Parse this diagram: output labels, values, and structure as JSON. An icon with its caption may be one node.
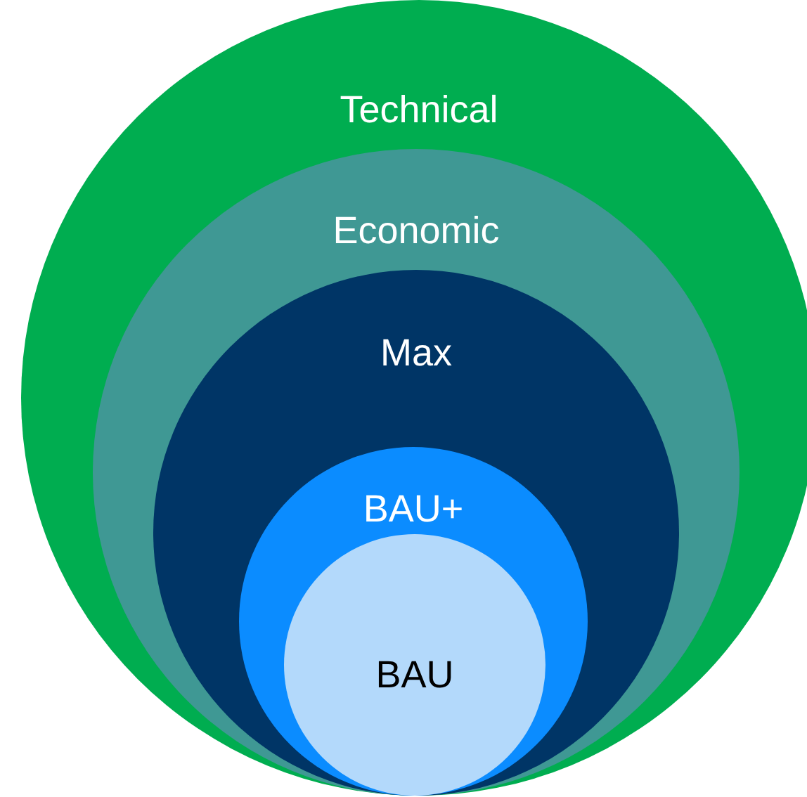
{
  "diagram": {
    "nodes": [
      {
        "text": [
          "Technical"
        ]
      },
      {
        "text": [
          "Economic"
        ],
        "in": 0
      },
      {
        "text": [
          "Max"
        ],
        "in": 1
      },
      {
        "text": [
          "BAU+"
        ],
        "in": 2
      },
      {
        "text": [
          "BAU"
        ],
        "in": 3
      }
    ]
  }
}
